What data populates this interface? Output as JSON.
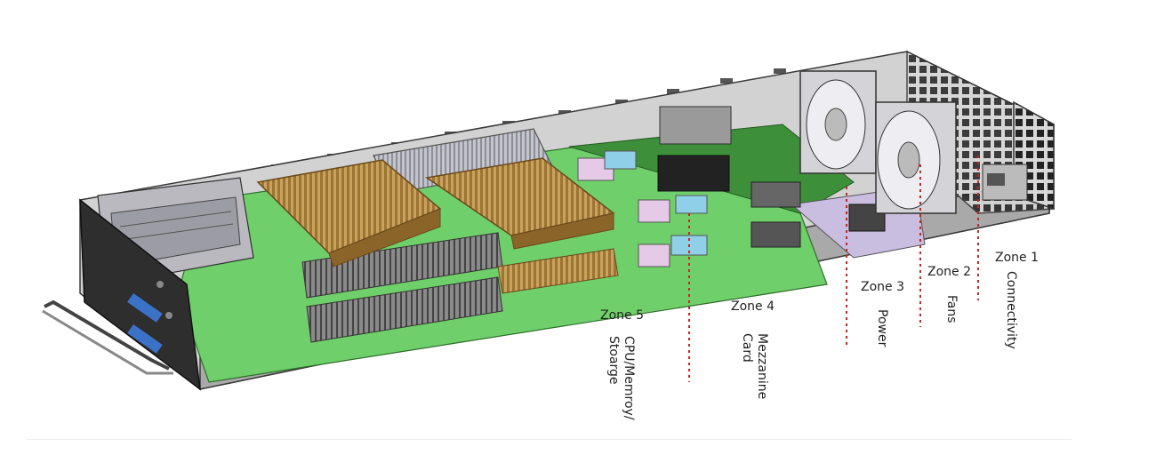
{
  "zones": [
    {
      "id": "zone1",
      "title": "Zone 1",
      "desc": [
        "Connectivity"
      ]
    },
    {
      "id": "zone2",
      "title": "Zone 2",
      "desc": [
        "Fans"
      ]
    },
    {
      "id": "zone3",
      "title": "Zone 3",
      "desc": [
        "Power"
      ]
    },
    {
      "id": "zone4",
      "title": "Zone 4",
      "desc": [
        "Mezzanine",
        "Card"
      ]
    },
    {
      "id": "zone5",
      "title": "Zone 5",
      "desc": [
        "CPU/Memroy/",
        "Stoarge"
      ]
    }
  ],
  "colors": {
    "chassis": "#bcbcbc",
    "chassis_edge": "#3a3a3a",
    "pcb": "#6fcf6a",
    "pcb_dark": "#3e8f3a",
    "heatsink": "#c8a060",
    "marker": "#cc2222"
  }
}
